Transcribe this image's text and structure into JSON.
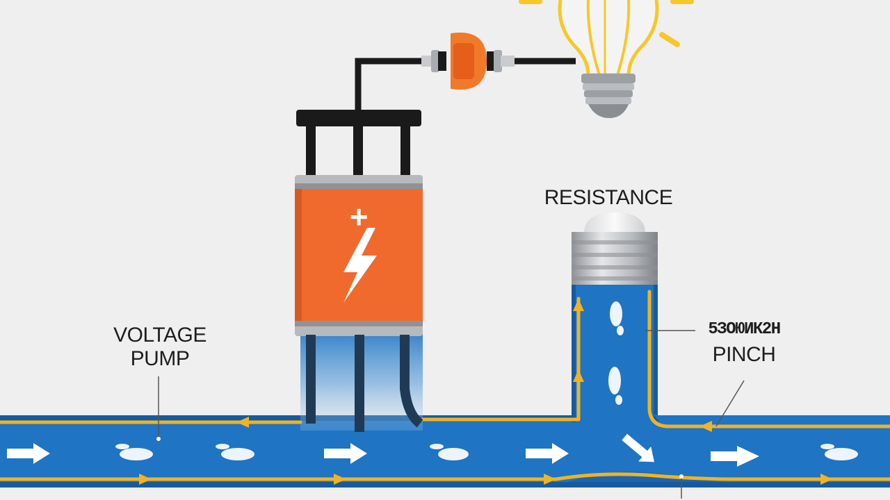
{
  "labels": {
    "voltage_pump": [
      "VOLTAGE",
      "PUMP"
    ],
    "resistance": "RESISTANCE",
    "pinch_garbled": "5ЗОЮИК2Н",
    "pinch": "PINCH"
  },
  "battery": {
    "plus_symbol": "+"
  },
  "colors": {
    "background": "#efefef",
    "pipe_blue": "#1f74c4",
    "pipe_dark": "#175a9e",
    "flow_arrow_yellow": "#f0b323",
    "battery_orange": "#ef6a2c",
    "bulb_yellow": "#f7c72a",
    "connector_orange": "#f07a2a",
    "wire_black": "#1a1a1a",
    "metal_grey": "#a9acb0"
  }
}
